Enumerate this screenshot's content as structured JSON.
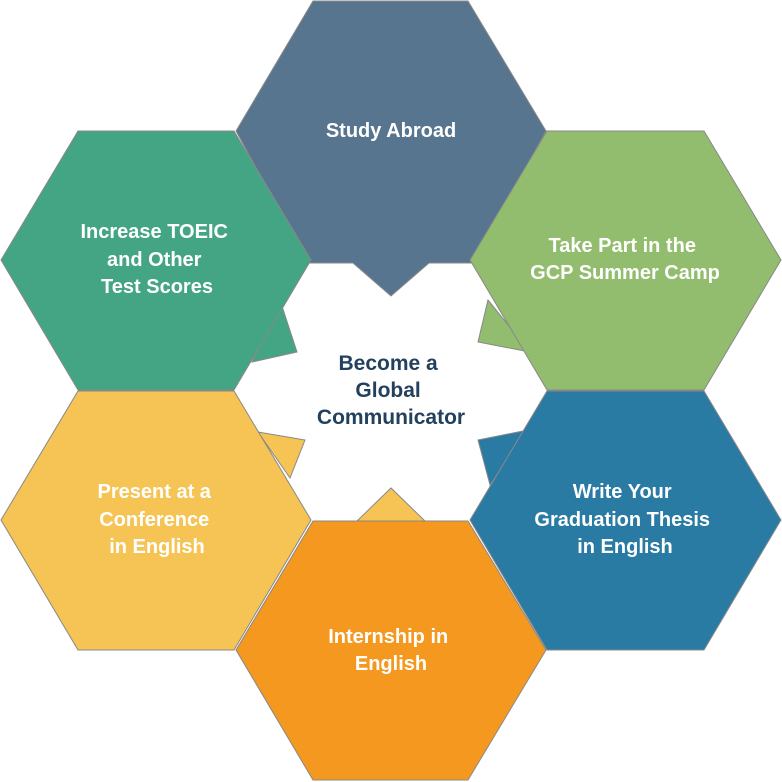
{
  "center": {
    "lines": [
      "Become a",
      "Global",
      "Communicator"
    ],
    "color": "#23415e"
  },
  "hexes": [
    {
      "id": "study-abroad",
      "lines": [
        "Study Abroad"
      ],
      "color": "#587590"
    },
    {
      "id": "summer-camp",
      "lines": [
        "Take Part in the",
        "GCP Summer Camp"
      ],
      "color": "#93bd6e"
    },
    {
      "id": "graduation-thesis",
      "lines": [
        "Write Your",
        "Graduation Thesis",
        "in English"
      ],
      "color": "#2a7ba3"
    },
    {
      "id": "internship",
      "lines": [
        "Internship in",
        "English"
      ],
      "color": "#f4981f"
    },
    {
      "id": "conference",
      "lines": [
        "Present at a",
        "Conference",
        "in English"
      ],
      "color": "#f6c454"
    },
    {
      "id": "test-scores",
      "lines": [
        "Increase TOEIC",
        "and Other",
        "Test Scores"
      ],
      "color": "#44a584"
    }
  ]
}
